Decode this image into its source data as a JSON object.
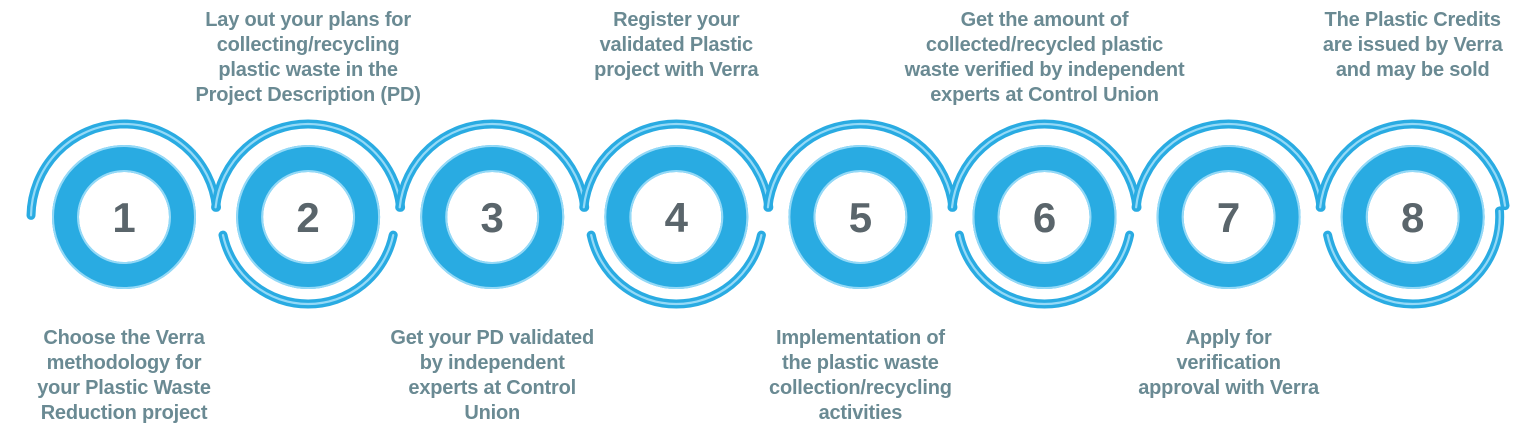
{
  "diagram": {
    "type": "process-flow",
    "description_visible_text_only": true
  },
  "colors": {
    "primary_blue": "#29abe2",
    "highlight_blue": "#94d9f7",
    "label_text": "#6a8a93",
    "number_text": "#5a656b",
    "background": "#ffffff"
  },
  "steps": [
    {
      "number": "1",
      "label_position": "bottom",
      "label": "Choose the Verra\nmethodology for\nyour Plastic Waste\nReduction project"
    },
    {
      "number": "2",
      "label_position": "top",
      "label": "Lay out your plans for\ncollecting/recycling\nplastic waste in the\nProject Description (PD)"
    },
    {
      "number": "3",
      "label_position": "bottom",
      "label": "Get your PD validated\nby independent\nexperts at Control\nUnion"
    },
    {
      "number": "4",
      "label_position": "top",
      "label": "Register your\nvalidated Plastic\nproject with Verra"
    },
    {
      "number": "5",
      "label_position": "bottom",
      "label": "Implementation of\nthe plastic waste\ncollection/recycling\nactivities"
    },
    {
      "number": "6",
      "label_position": "top",
      "label": "Get the amount of\ncollected/recycled plastic\nwaste verified by independent\nexperts at Control Union"
    },
    {
      "number": "7",
      "label_position": "bottom",
      "label": "Apply for\nverification\napproval with Verra"
    },
    {
      "number": "8",
      "label_position": "top",
      "label": "The Plastic Credits\nare issued by Verra\nand may be sold"
    }
  ]
}
